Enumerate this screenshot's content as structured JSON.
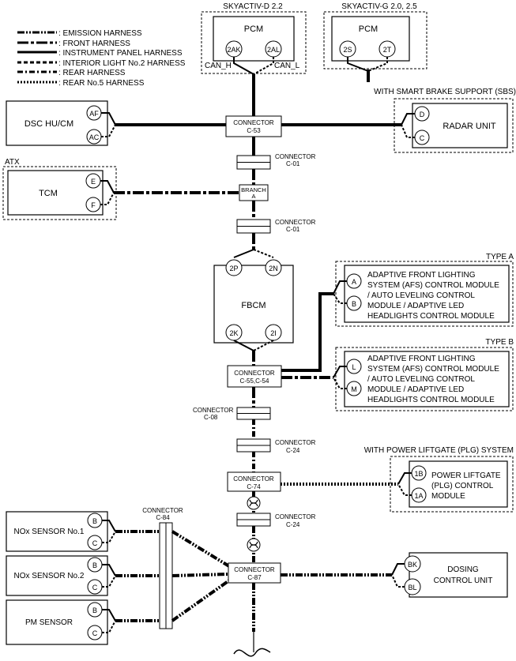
{
  "legend": {
    "emission": ": EMISSION HARNESS",
    "front": ": FRONT HARNESS",
    "instrument": ": INSTRUMENT PANEL HARNESS",
    "interior": ": INTERIOR LIGHT No.2 HARNESS",
    "rear": ": REAR HARNESS",
    "rear5": ": REAR No.5 HARNESS"
  },
  "variants": {
    "skyactiv_d": "SKYACTIV-D 2.2",
    "skyactiv_g": "SKYACTIV-G 2.0, 2.5",
    "sbs": "WITH SMART BRAKE SUPPORT (SBS)",
    "atx": "ATX",
    "type_a": "TYPE A",
    "type_b": "TYPE B",
    "plg": "WITH POWER LIFTGATE (PLG) SYSTEM"
  },
  "modules": {
    "pcm": "PCM",
    "dsc": "DSC HU/CM",
    "radar": "RADAR UNIT",
    "tcm": "TCM",
    "fbcm": "FBCM",
    "afs_line1": "ADAPTIVE FRONT LIGHTING",
    "afs_line2": "SYSTEM (AFS) CONTROL MODULE",
    "afs_line3": "/ AUTO LEVELING CONTROL",
    "afs_line4": "MODULE / ADAPTIVE LED",
    "afs_line5": "HEADLIGHTS CONTROL MODULE",
    "plg_line1": "POWER LIFTGATE",
    "plg_line2": "(PLG) CONTROL",
    "plg_line3": "MODULE",
    "nox1": "NOx SENSOR No.1",
    "nox2": "NOx SENSOR No.2",
    "pm": "PM SENSOR",
    "dosing_line1": "DOSING",
    "dosing_line2": "CONTROL UNIT"
  },
  "pins": {
    "pcm_d_h": "2AK",
    "pcm_d_l": "2AL",
    "can_h": "CAN_H",
    "can_l": "CAN_L",
    "pcm_g_h": "2S",
    "pcm_g_l": "2T",
    "dsc_h": "AF",
    "dsc_l": "AC",
    "radar_h": "D",
    "radar_l": "C",
    "tcm_h": "E",
    "tcm_l": "F",
    "fbcm_tl": "2P",
    "fbcm_tr": "2N",
    "fbcm_bl": "2K",
    "fbcm_br": "2I",
    "afs_a_h": "A",
    "afs_a_l": "B",
    "afs_b_h": "L",
    "afs_b_l": "M",
    "plg_h": "1B",
    "plg_l": "1A",
    "nox1_h": "B",
    "nox1_l": "C",
    "nox2_h": "B",
    "nox2_l": "C",
    "pm_h": "B",
    "pm_l": "C",
    "dosing_h": "BK",
    "dosing_l": "BL"
  },
  "connectors": {
    "c53_t": "CONNECTOR",
    "c53_n": "C-53",
    "c01a_t": "CONNECTOR",
    "c01a_n": "C-01",
    "branch_t": "BRANCH",
    "branch_n": "A",
    "c01b_t": "CONNECTOR",
    "c01b_n": "C-01",
    "c55_t": "CONNECTOR",
    "c55_n": "C-55,C-54",
    "c08_t": "CONNECTOR",
    "c08_n": "C-08",
    "c24a_t": "CONNECTOR",
    "c24a_n": "C-24",
    "c74_t": "CONNECTOR",
    "c74_n": "C-74",
    "c24b_t": "CONNECTOR",
    "c24b_n": "C-24",
    "c84_t": "CONNECTOR",
    "c84_n": "C-84",
    "c87_t": "CONNECTOR",
    "c87_n": "C-87"
  }
}
